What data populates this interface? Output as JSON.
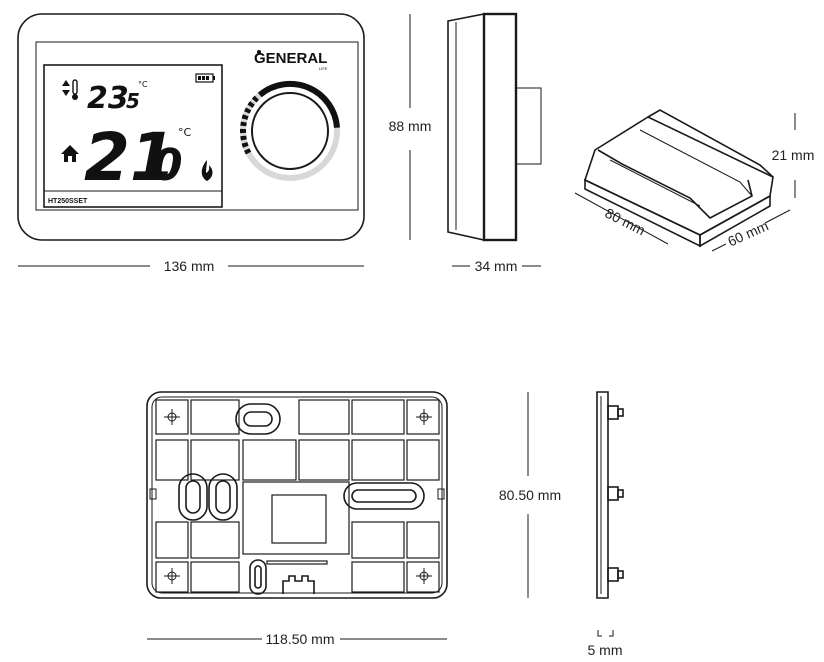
{
  "dimensions": {
    "front_width": "136 mm",
    "front_height": "88 mm",
    "side_depth": "34 mm",
    "iso_length": "80 mm",
    "iso_width": "60 mm",
    "iso_height": "21 mm",
    "plate_height": "80.50 mm",
    "plate_width": "118.50 mm",
    "plate_depth": "5 mm"
  },
  "device": {
    "brand": "GENERAL",
    "brand_sub": "LIFE",
    "model": "HT250SSET",
    "temp_small_int": "23",
    "temp_small_dec": "5",
    "temp_large_int": "21",
    "temp_large_dec": "0",
    "unit": "°C"
  },
  "icons": [
    "updown-arrows-icon",
    "thermometer-icon",
    "battery-icon",
    "home-icon",
    "flame-icon",
    "screw-hole-icon"
  ]
}
